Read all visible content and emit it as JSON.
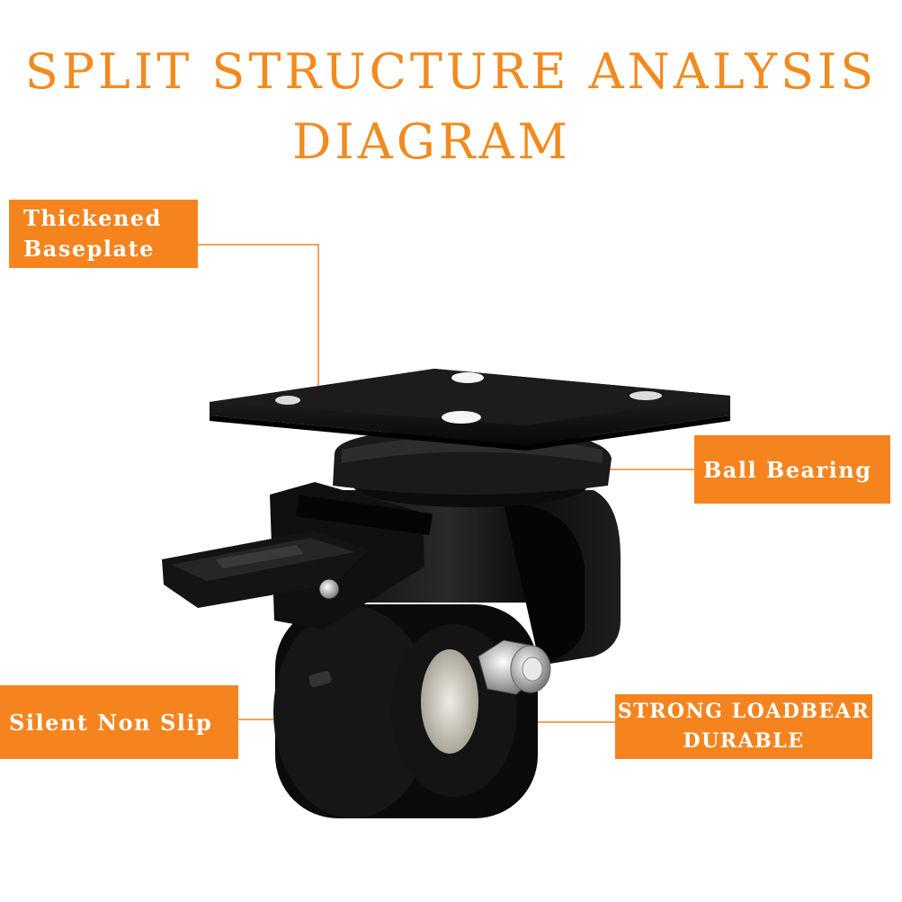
{
  "title": {
    "line1": "SPLIT STRUCTURE ANALYSIS",
    "line2": "DIAGRAM"
  },
  "callouts": {
    "baseplate": {
      "line1": "Thickened",
      "line2": "Baseplate"
    },
    "bearing": {
      "line1": "Ball Bearing"
    },
    "silent": {
      "line1": "Silent Non Slip"
    },
    "load": {
      "line1": "STRONG LOADBEAR",
      "line2": "DURABLE"
    }
  },
  "colors": {
    "accent": "#f5841f",
    "title": "#f28a1e",
    "caster_body": "#111111",
    "hub": "#d9d6cc"
  },
  "image": {
    "subject": "black-swivel-caster-wheel-with-brake"
  }
}
